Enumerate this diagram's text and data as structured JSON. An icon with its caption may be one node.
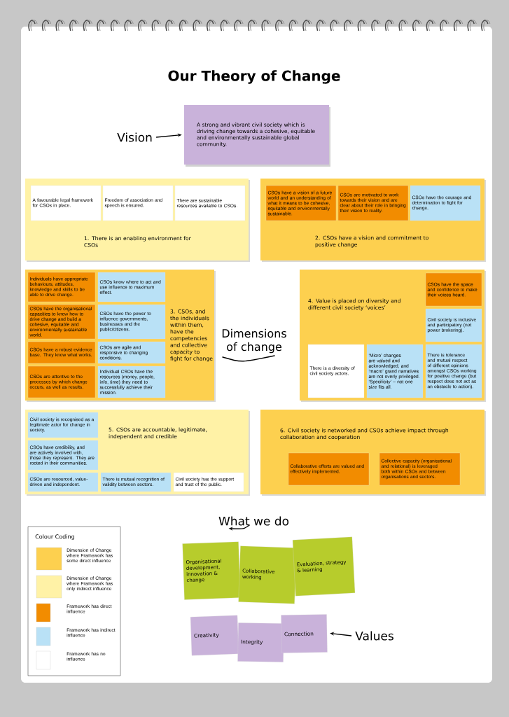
{
  "diagram": {
    "title": "Our Theory of Change",
    "nodes": [
      {
        "text": [
          "Vision"
        ]
      },
      {
        "text": [
          "A strong and vibrant civil society which is driving change towards a cohesive, equitable and environmentally sustainable global community."
        ]
      },
      {
        "text": [
          "1. There is an enabling environment for CSOs"
        ]
      },
      {
        "text": [
          "A favourable legal framework for CSOs in place."
        ],
        "in": 2
      },
      {
        "text": [
          "Freedom of association and speech is ensured."
        ],
        "in": 2
      },
      {
        "text": [
          "There are sustainable resources available to CSOs."
        ],
        "in": 2
      },
      {
        "text": [
          "2. CSOs have a vision and commitment to positive change"
        ]
      },
      {
        "text": [
          "CSOs have a vision of a future world and an understanding of what it means to be cohesive, equitable and environmentally sustainable."
        ],
        "in": 6
      },
      {
        "text": [
          "CSOs are motivated to work towards their vision and are clear about their role in bringing their vision to reality."
        ],
        "in": 6
      },
      {
        "text": [
          "CSOs have the courage and determination to fight for change."
        ],
        "in": 6
      },
      {
        "text": [
          "3. CSOs, and the individuals within them, have the competencies and collective capacity to fight for change"
        ]
      },
      {
        "text": [
          "Individuals have appropriate behaviours, attitudes, knowledge and skills to be able to drive change."
        ],
        "in": 10
      },
      {
        "text": [
          "CSOs know where to act and use influence to maximum effect."
        ],
        "in": 10
      },
      {
        "text": [
          "CSOs have the organisational capacities to know how to drive change and build a cohesive, equitable and environmentally sustainable world."
        ],
        "in": 10
      },
      {
        "text": [
          "CSOs have the power to influence governments, businesses and the public/citizens."
        ],
        "in": 10
      },
      {
        "text": [
          "CSOs have a robust evidence base. They know what works."
        ],
        "in": 10
      },
      {
        "text": [
          "CSOs are agile and responsive to changing conditions."
        ],
        "in": 10
      },
      {
        "text": [
          "CSOs are attentive to the processes by which change occurs, as well as results."
        ],
        "in": 10
      },
      {
        "text": [
          "Individual CSOs have the resources (money, people, info, time) they need to successfully achieve their mission."
        ],
        "in": 10
      },
      {
        "text": [
          "4. Value is placed on diversity and different civil society ‘voices’"
        ]
      },
      {
        "text": [
          "CSOs have the space and confidence to make their voices heard."
        ],
        "in": 19
      },
      {
        "text": [
          "Civil society is inclusive and participatory (not power brokering)."
        ],
        "in": 19
      },
      {
        "text": [
          "There is a diversity of civil society actors."
        ],
        "in": 19
      },
      {
        "text": [
          "‘Micro’ changes are valued and acknowledged, and ‘macro’ grand narratives are not overly privileged. ‘Specificity’ – not one size fits all."
        ],
        "in": 19
      },
      {
        "text": [
          "There is tolerance and mutual respect of different opinions amongst CSOs working for positive change (but respect does not act as an obstacle to action)."
        ],
        "in": 19
      },
      {
        "text": [
          "5. CSOs are accountable, legitimate, independent and credible"
        ]
      },
      {
        "text": [
          "Civil society is recognised as a legitimate actor for change in society."
        ],
        "in": 25
      },
      {
        "text": [
          "CSOs have credibility, and are actively involved with, those they represent. They are rooted in their communities."
        ],
        "in": 25
      },
      {
        "text": [
          "CSOs are resourced, value-driven and independent."
        ],
        "in": 25
      },
      {
        "text": [
          "There is mutual recognition of validity between sectors."
        ],
        "in": 25
      },
      {
        "text": [
          "Civil society has the support and trust of the public."
        ],
        "in": 25
      },
      {
        "text": [
          "6. Civil society is networked and CSOs achieve impact through collaboration and cooperation"
        ]
      },
      {
        "text": [
          "Collaborative efforts are valued and effectively implemented."
        ],
        "in": 31
      },
      {
        "text": [
          "Collective capacity (organisational and relational) is leveraged both within CSOs and between organisations and sectors."
        ],
        "in": 31
      },
      {
        "text": [
          "What we do"
        ]
      },
      {
        "text": [
          "Organisational development, innovation & change"
        ]
      },
      {
        "text": [
          "Collaborative working"
        ]
      },
      {
        "text": [
          "Evaluation, strategy & learning"
        ]
      },
      {
        "text": [
          "Creativity"
        ]
      },
      {
        "text": [
          "Integrity"
        ]
      },
      {
        "text": [
          "Connection"
        ]
      },
      {
        "text": [
          "Values"
        ]
      }
    ],
    "edges": [
      {
        "from": 0,
        "to": 1,
        "arrow": "to"
      },
      {
        "from": 34,
        "to": null,
        "arrow": "to"
      },
      {
        "from": 41,
        "to": 40,
        "arrow": "to"
      }
    ],
    "labels": [
      "Dimensions of change",
      "Colour Coding"
    ],
    "legend": [
      {
        "text": "Dimension of Change where Framework has some direct influence",
        "color": "#fdd04f"
      },
      {
        "text": "Dimension of Change where Framework has only indirect influence",
        "color": "#fff2a6"
      },
      {
        "text": "Framework has direct influence",
        "color": "#f28c00"
      },
      {
        "text": "Framework has indirect influence",
        "color": "#b9e1f6"
      },
      {
        "text": "Framework has no influence",
        "color": "#ffffff"
      }
    ]
  }
}
